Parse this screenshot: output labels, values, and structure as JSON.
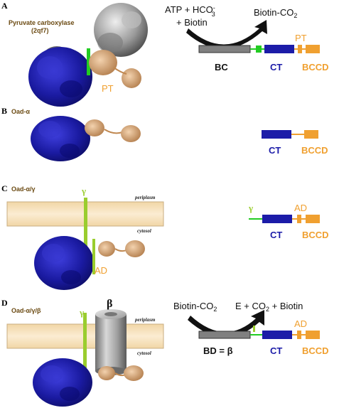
{
  "panels": {
    "a": {
      "label": "A",
      "protein_name": "Pyruvate carboxylase",
      "protein_code": "(2qf7)",
      "pt_label_structure": "PT",
      "reaction_in_1": "ATP + HCO",
      "reaction_in_1_sub": "3",
      "reaction_in_1_sup": "-",
      "reaction_in_2": "+ Biotin",
      "reaction_out": "Biotin-CO",
      "reaction_out_sub": "2",
      "domain_bc": "BC",
      "domain_ct": "CT",
      "domain_bccd": "BCCD",
      "domain_pt": "PT"
    },
    "b": {
      "label": "B",
      "protein_name": "Oad-α",
      "domain_ct": "CT",
      "domain_bccd": "BCCD"
    },
    "c": {
      "label": "C",
      "protein_name": "Oad-α/γ",
      "gamma": "γ",
      "periplasm": "periplasm",
      "cytosol": "cytosol",
      "ad_label_structure": "AD",
      "gamma_domain": "γ",
      "domain_ad": "AD",
      "domain_ct": "CT",
      "domain_bccd": "BCCD"
    },
    "d": {
      "label": "D",
      "protein_name": "Oad-α/γ/β",
      "gamma": "γ",
      "beta": "β",
      "periplasm": "periplasm",
      "cytosol": "cytosol",
      "reaction_in": "Biotin-CO",
      "reaction_in_sub": "2",
      "reaction_out": "E + CO",
      "reaction_out_sub": "2",
      "reaction_out_tail": " + Biotin",
      "domain_bd": "BD = β",
      "domain_ad": "AD",
      "domain_ct": "CT",
      "domain_bccd": "BCCD"
    }
  },
  "colors": {
    "ct": "#1c1ca8",
    "bccd": "#f0a030",
    "bc": "#808080",
    "linker_green": "#22cc22",
    "gamma_green": "#9acd2e",
    "membrane": "#f6dfb6",
    "protein_blue": "#1a1aa0",
    "protein_tan": "#d8a878",
    "protein_gray": "#8a8a8a",
    "brown_text": "#6b4a12"
  }
}
